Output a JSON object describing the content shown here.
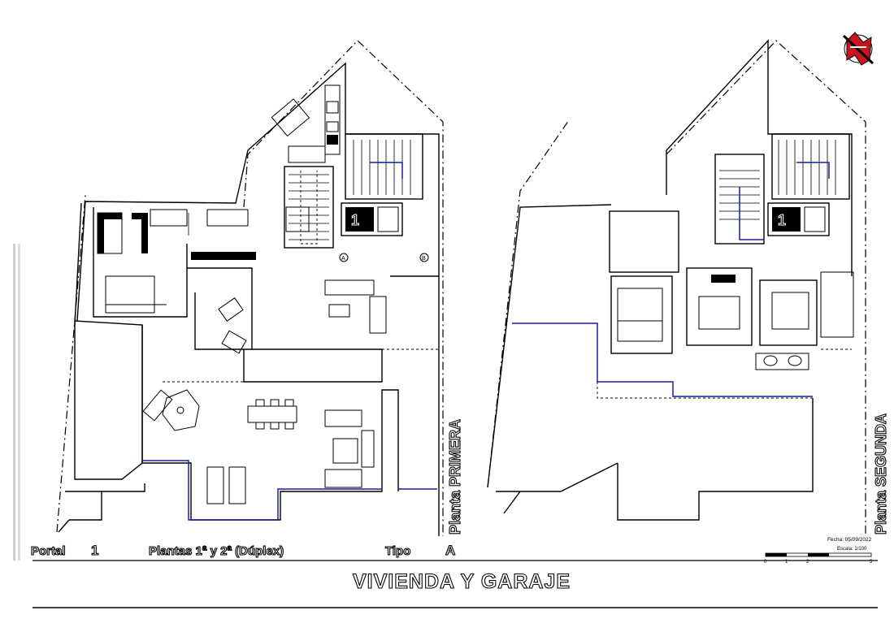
{
  "sheet": {
    "title": "VIVIENDA   Y GARAJE",
    "portal_label": "Portal",
    "portal_number": "1",
    "plantas_label": "Plantas 1ª y 2ª (Dúplex)",
    "tipo_label": "Tipo",
    "tipo_value": "A",
    "fecha": "Fecha: 05/09/2022",
    "escala": "Escala: 1/100",
    "scale_ticks": [
      "0",
      "1",
      "2",
      "5"
    ]
  },
  "plans": {
    "first_floor_label": "Planta PRIMERA",
    "second_floor_label": "Planta SEGUNDA"
  },
  "markers": {
    "stair_a": "A",
    "stair_b": "B",
    "elevator_number": "1"
  },
  "colors": {
    "line": "#000000",
    "accent": "#1a1aa8",
    "logo_red": "#c8141e"
  },
  "icons": {
    "logo": "company-logo"
  }
}
